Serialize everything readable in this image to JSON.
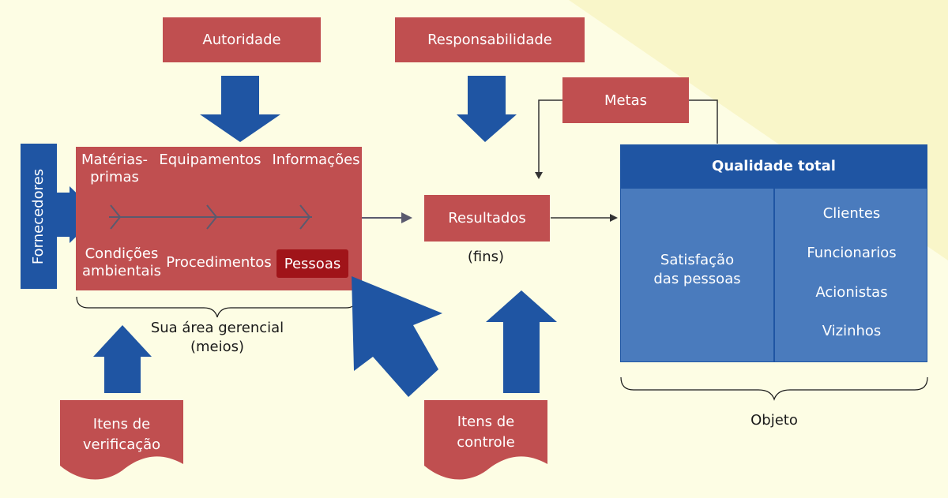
{
  "top_boxes": {
    "autoridade": "Autoridade",
    "responsabilidade": "Responsabilidade",
    "metas": "Metas"
  },
  "fornecedores": "Fornecedores",
  "area": {
    "materias_line1": "Matérias-",
    "materias_line2": "primas",
    "equipamentos": "Equipamentos",
    "informacoes": "Informações",
    "condicoes_line1": "Condições",
    "condicoes_line2": "ambientais",
    "procedimentos": "Procedimentos",
    "pessoas": "Pessoas"
  },
  "sua_area": {
    "line1": "Sua área gerencial",
    "line2": "(meios)"
  },
  "resultados": "Resultados",
  "fins": "(fins)",
  "qualidade_total": {
    "title": "Qualidade total",
    "left_line1": "Satisfação",
    "left_line2": "das pessoas",
    "items": [
      "Clientes",
      "Funcionarios",
      "Acionistas",
      "Vizinhos"
    ]
  },
  "objeto": "Objeto",
  "itens_verificacao": {
    "line1": "Itens de",
    "line2": "verificação"
  },
  "itens_controle": {
    "line1": "Itens de",
    "line2": "controle"
  },
  "colors": {
    "red": "#c04f50",
    "dark_red": "#a01419",
    "blue_arrow": "#1f55a3",
    "blue_header": "#1f55a3",
    "blue_panel": "#4a7bbd",
    "background": "#fdfde4"
  }
}
